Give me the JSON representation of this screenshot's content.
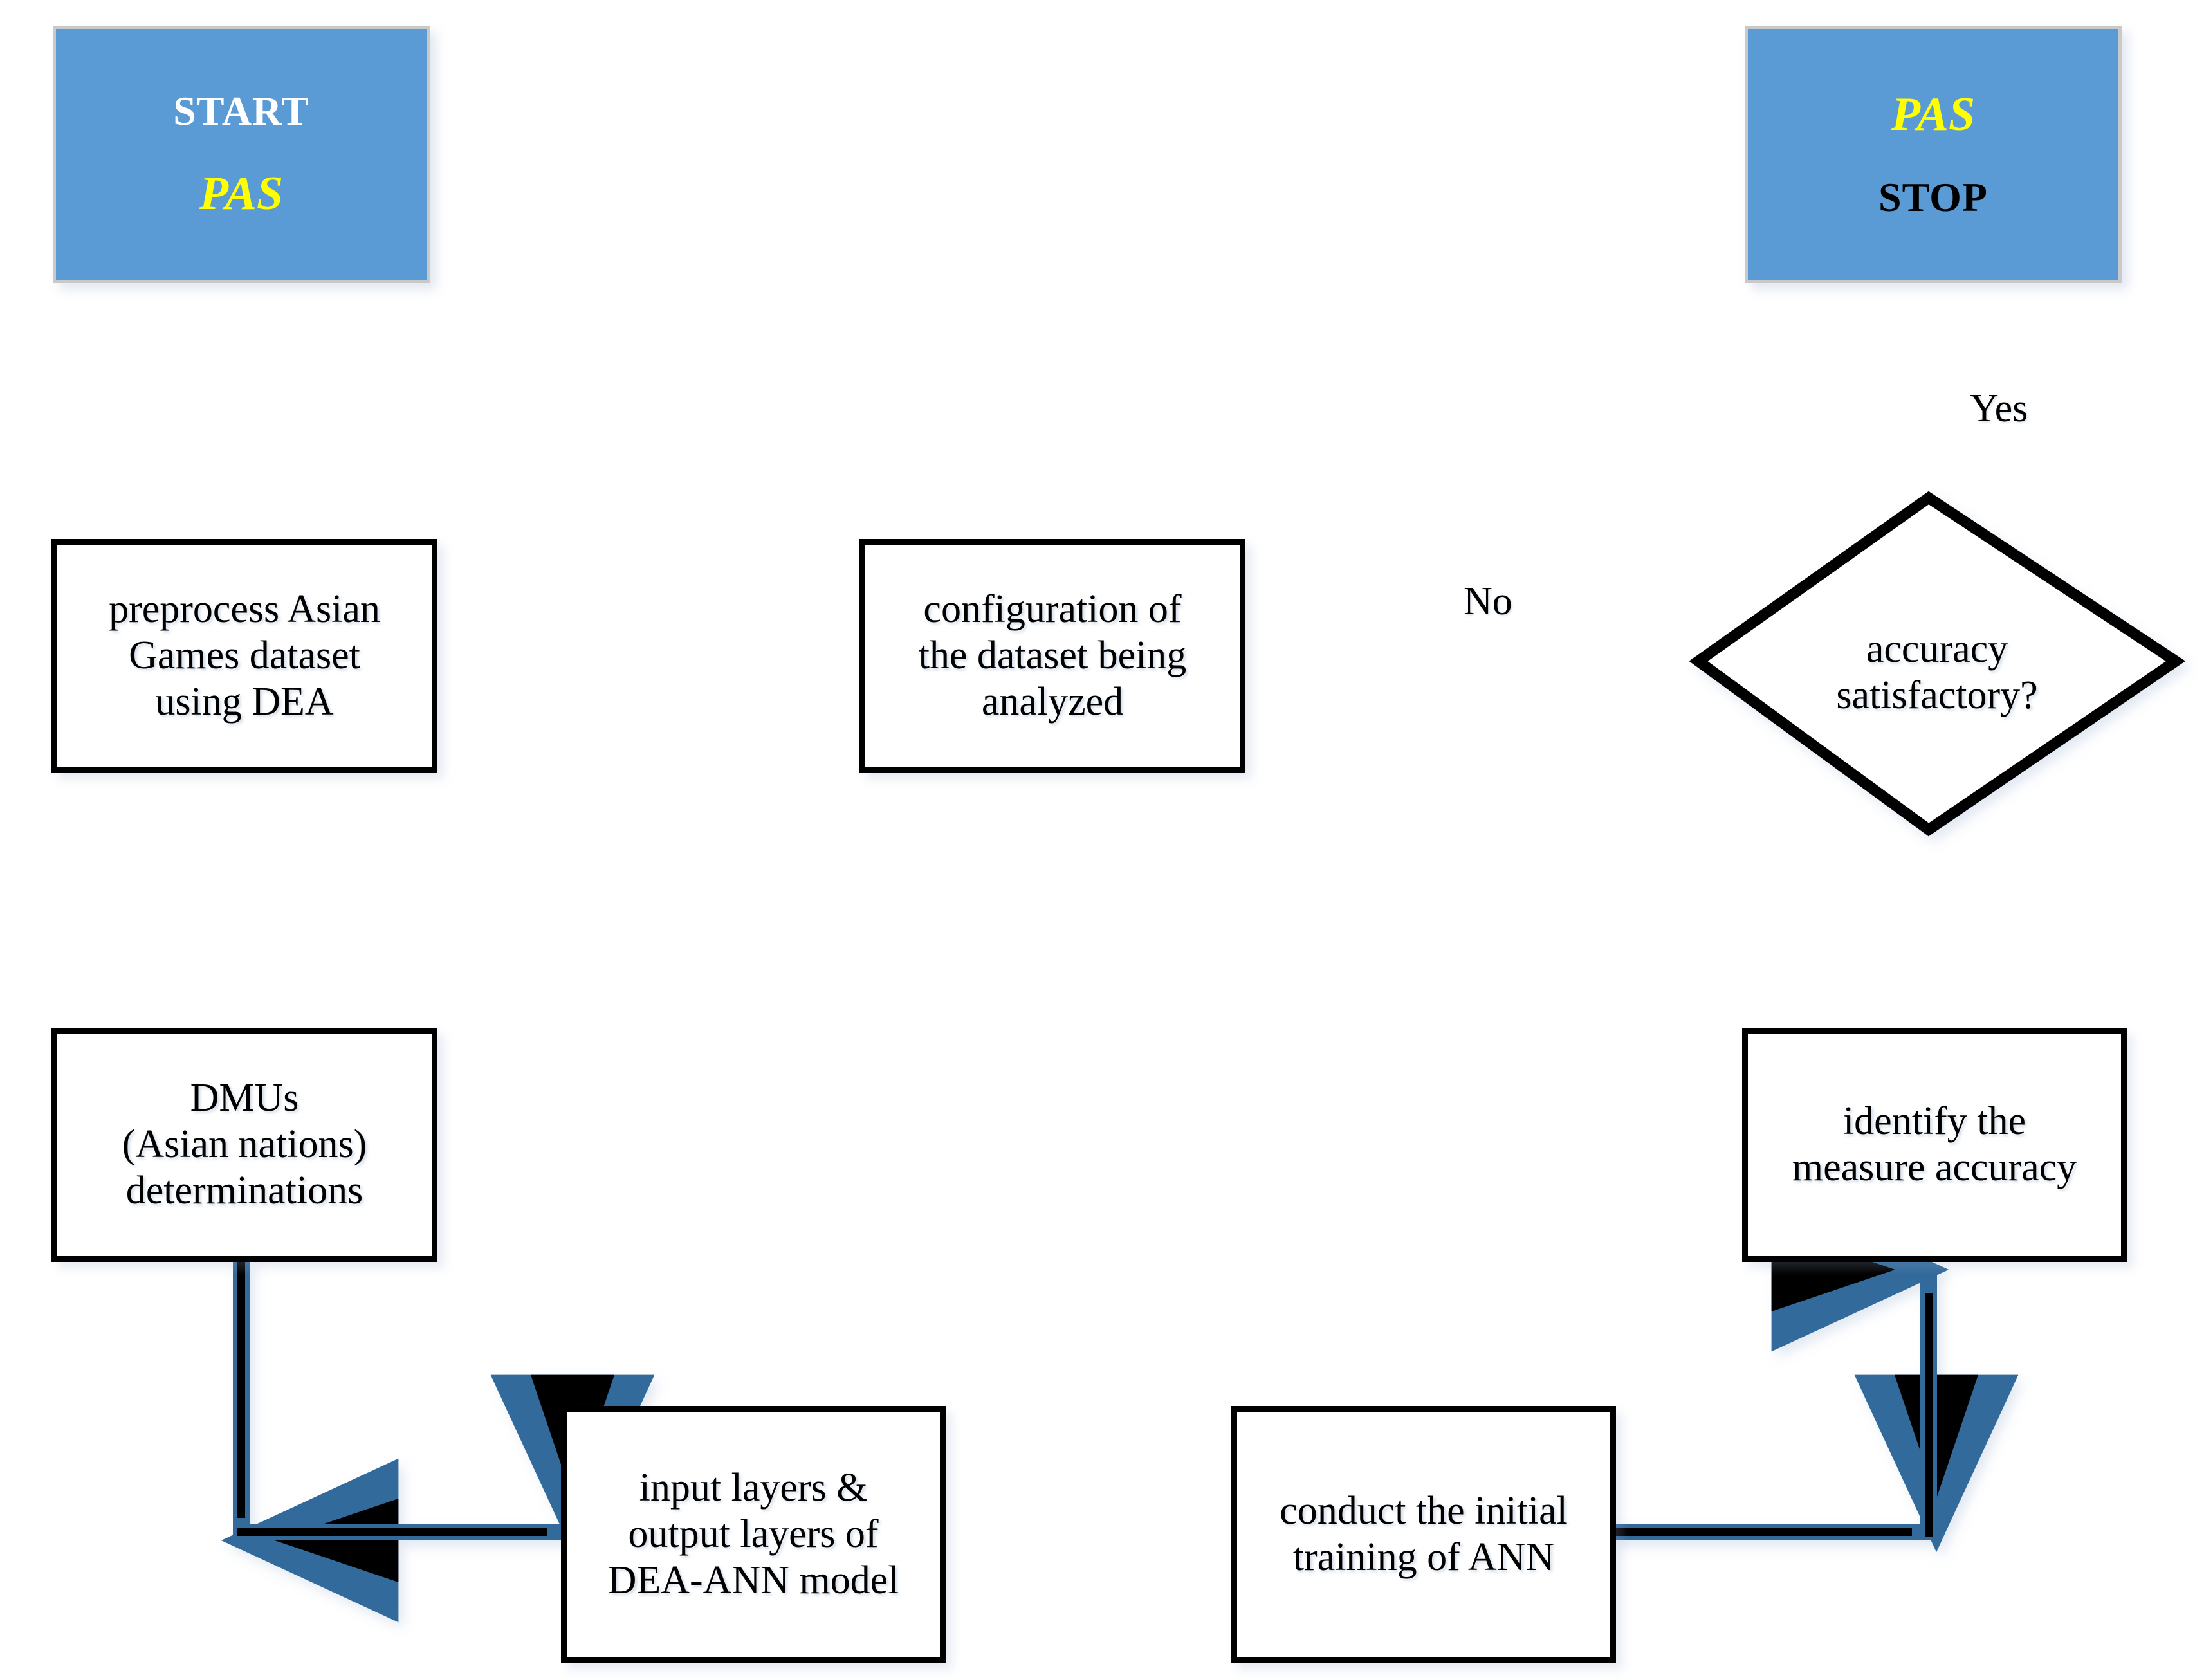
{
  "diagram": {
    "title": "DEA-ANN Asian Games analysis flowchart",
    "type": "flowchart",
    "colors": {
      "terminator_fill": "#5B9BD5",
      "terminator_border": "#C9C9C9",
      "process_border": "#000000",
      "process_fill": "#FFFFFF",
      "connector_core": "#000000",
      "connector_edge": "#336A9B",
      "start_label_color": "#FFFFFF",
      "pas_label_color": "#FFFF00",
      "stop_label_color": "#000000",
      "background": "#FFFFFF"
    }
  },
  "nodes": {
    "start": {
      "shape": "terminator",
      "lines": [
        "START",
        "PAS"
      ],
      "line1": "START",
      "line2": "PAS"
    },
    "stop": {
      "shape": "terminator",
      "lines": [
        "PAS",
        "STOP"
      ],
      "line1": "PAS",
      "line2": "STOP"
    },
    "preprocess": {
      "shape": "process",
      "lines": [
        "preprocess Asian",
        "Games dataset",
        "using DEA"
      ],
      "line1": "preprocess Asian",
      "line2": "Games dataset",
      "line3": "using DEA"
    },
    "dmus": {
      "shape": "process",
      "lines": [
        "DMUs",
        "(Asian nations)",
        "determinations"
      ],
      "line1": "DMUs",
      "line2": "(Asian nations)",
      "line3": "determinations"
    },
    "layers": {
      "shape": "process",
      "lines": [
        "input layers &",
        "output layers of",
        "DEA-ANN model"
      ],
      "line1": "input layers &",
      "line2": "output layers of",
      "line3": "DEA-ANN model"
    },
    "training": {
      "shape": "process",
      "lines": [
        "conduct the initial",
        "training of ANN"
      ],
      "line1": "conduct the initial",
      "line2": "training of ANN"
    },
    "measure": {
      "shape": "process",
      "lines": [
        "identify the",
        "measure accuracy"
      ],
      "line1": "identify the",
      "line2": "measure accuracy"
    },
    "config": {
      "shape": "process",
      "lines": [
        "configuration of",
        "the dataset being",
        "analyzed"
      ],
      "line1": "configuration of",
      "line2": "the dataset being",
      "line3": "analyzed"
    },
    "decision": {
      "shape": "diamond",
      "lines": [
        "accuracy",
        "satisfactory?"
      ],
      "line1": "accuracy",
      "line2": "satisfactory?"
    }
  },
  "edge_labels": {
    "yes": "Yes",
    "no": "No"
  },
  "edges": [
    {
      "from": "start",
      "to": "preprocess",
      "label": ""
    },
    {
      "from": "preprocess",
      "to": "dmus",
      "label": ""
    },
    {
      "from": "dmus",
      "to": "layers",
      "label": ""
    },
    {
      "from": "layers",
      "to": "training",
      "label": ""
    },
    {
      "from": "training",
      "to": "measure",
      "label": ""
    },
    {
      "from": "measure",
      "to": "decision",
      "label": ""
    },
    {
      "from": "decision",
      "to": "stop",
      "label": "Yes"
    },
    {
      "from": "decision",
      "to": "config",
      "label": "No"
    },
    {
      "from": "config",
      "to": "preprocess",
      "label": ""
    }
  ]
}
